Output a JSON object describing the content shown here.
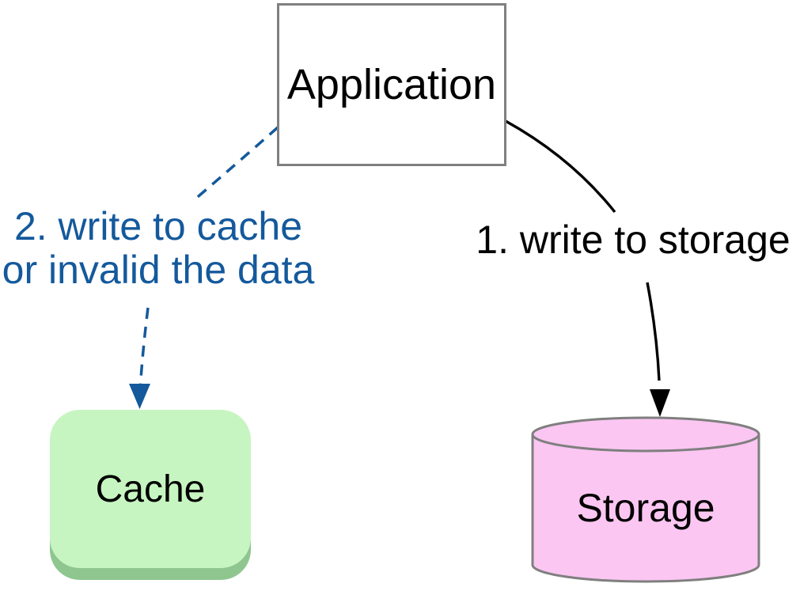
{
  "diagram": {
    "type": "flow-diagram",
    "topic": "write-through / cache-invalidation pattern",
    "nodes": {
      "application": {
        "label": "Application",
        "shape": "rectangle",
        "fill": "#ffffff",
        "border_color": "#808080",
        "text_color": "#000000"
      },
      "cache": {
        "label": "Cache",
        "shape": "rounded-rectangle",
        "fill": "#c7f5c1",
        "shadow_color": "#8fc690",
        "text_color": "#000000"
      },
      "storage": {
        "label": "Storage",
        "shape": "cylinder",
        "fill": "#fbc6f2",
        "border_color": "#7f7f7f",
        "text_color": "#000000"
      }
    },
    "edges": {
      "write_to_storage": {
        "order": "1",
        "label": "1. write to storage",
        "from": "application",
        "to": "storage",
        "line_style": "solid",
        "color": "#000000"
      },
      "write_to_cache": {
        "order": "2",
        "label": "2. write to cache\nor invalid the data",
        "from": "application",
        "to": "cache",
        "line_style": "dashed",
        "color": "#14599c"
      }
    },
    "colors": {
      "background": "#ffffff",
      "edge_storage": "#000000",
      "edge_cache": "#14599c",
      "cache_fill": "#c7f5c1",
      "cache_shadow": "#8fc690",
      "storage_fill": "#fbc6f2",
      "border_gray": "#7f7f7f"
    }
  }
}
